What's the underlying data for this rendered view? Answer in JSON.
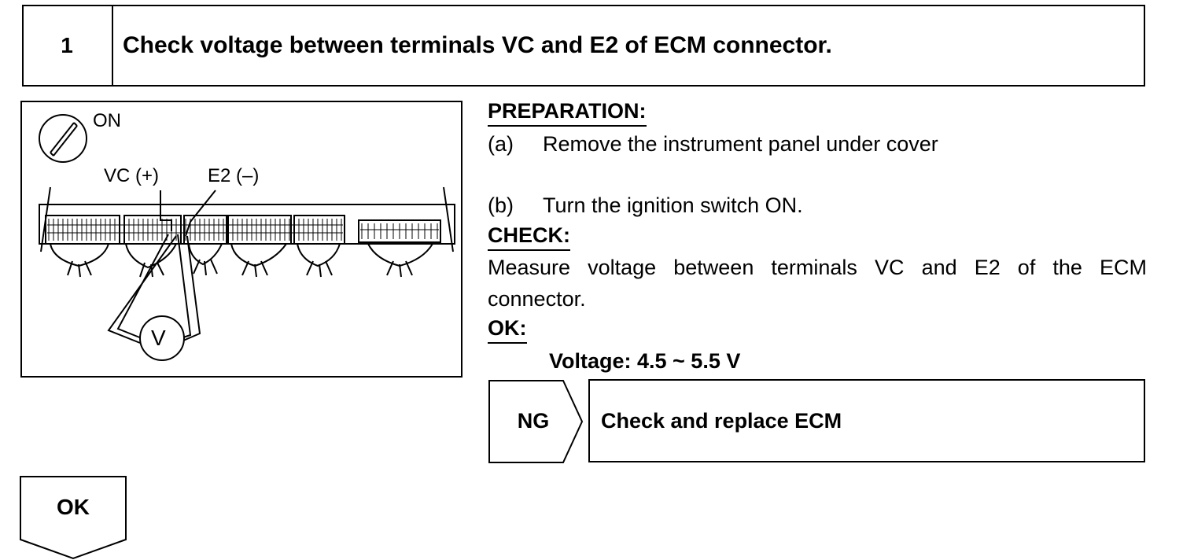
{
  "step": {
    "number": "1",
    "title": "Check voltage between terminals VC and E2 of ECM connector."
  },
  "diagram": {
    "ignition_label": "ON",
    "terminal_vc": "VC (+)",
    "terminal_e2": "E2 (–)",
    "meter_symbol": "V"
  },
  "preparation": {
    "heading": "PREPARATION:",
    "items": [
      {
        "letter": "(a)",
        "text": "Remove the instrument panel under cover"
      },
      {
        "letter": "(b)",
        "text": "Turn the ignition switch ON."
      }
    ]
  },
  "check": {
    "heading": "CHECK:",
    "line1": "Measure voltage between terminals VC and E2 of the ECM",
    "line2": "connector."
  },
  "ok_spec": {
    "heading": "OK:",
    "value": "Voltage: 4.5 ~ 5.5 V"
  },
  "ng": {
    "label": "NG",
    "action": "Check and replace ECM"
  },
  "ok_tab": {
    "label": "OK"
  }
}
